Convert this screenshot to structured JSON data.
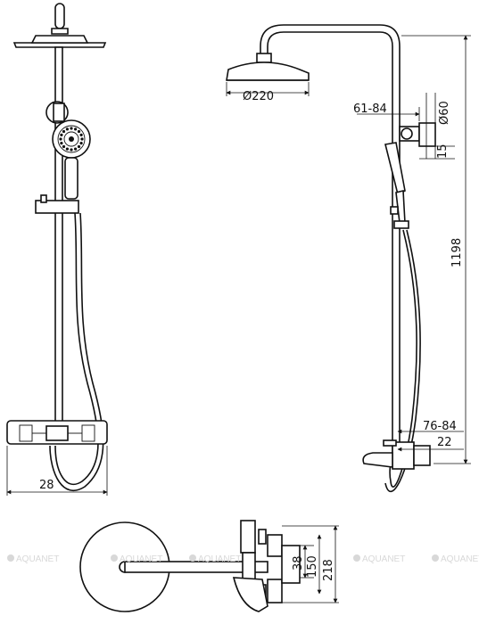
{
  "dimensions": {
    "head_diameter": "Ø220",
    "arm_range": "61-84",
    "pipe_diameter": "Ø60",
    "offset_small": "15",
    "total_height": "1198",
    "spout_range": "76-84",
    "spout_offset": "22",
    "width_front": "28",
    "depth_38": "38",
    "depth_150": "150",
    "depth_218": "218"
  },
  "watermark": {
    "text": "AQUANET",
    "icon": "aquanet-logo-icon"
  },
  "colors": {
    "line": "#111111",
    "background": "#ffffff",
    "watermark": "#d8d8d8"
  }
}
